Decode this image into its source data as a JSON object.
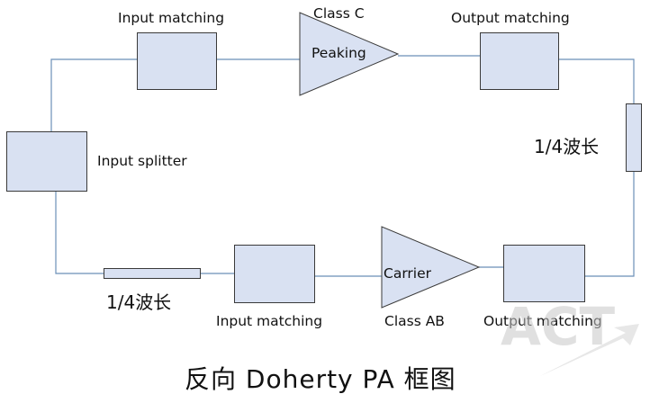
{
  "diagram": {
    "caption": "反向 Doherty PA 框图",
    "watermark": "ACT",
    "peaking_path": {
      "input_matching_label": "Input matching",
      "amp_class_label": "Class C",
      "amp_label": "Peaking",
      "output_matching_label": "Output matching"
    },
    "carrier_path": {
      "input_matching_label": "Input matching",
      "amp_class_label": "Class AB",
      "amp_label": "Carrier",
      "output_matching_label": "Output matching"
    },
    "splitter_label": "Input splitter",
    "quarter_wave_input_label": "1/4波长",
    "quarter_wave_output_label": "1/4波长",
    "colors": {
      "block_fill": "#d9e1f2",
      "wire": "#6b8fb8",
      "outline": "#3a3a3a"
    }
  }
}
